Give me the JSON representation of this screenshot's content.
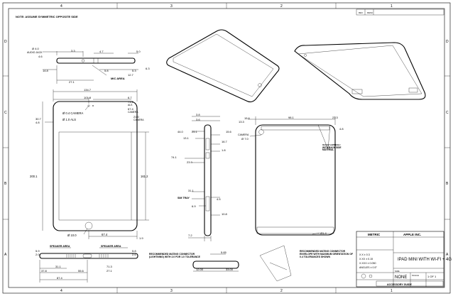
{
  "sheet": {
    "zones_top": [
      "4",
      "3",
      "2",
      "1"
    ],
    "zones_bottom": [
      "4",
      "3",
      "2",
      "1"
    ],
    "zones_side": [
      "D",
      "C",
      "B",
      "A"
    ],
    "note": "NOTE: ASSUME SYMMETRIC OPPOSITE SIDE"
  },
  "revision_box": {
    "col1": "REV",
    "col2": "DESC"
  },
  "front_view": {
    "dims": {
      "width": "134.7",
      "width_inner": "101.8",
      "height": "200.1",
      "screen_h": "161.2",
      "side_top": "30.7",
      "side_top2": "4.8",
      "cam_dia": "Ø 0.4 CAMERA",
      "cam_dia2": "Ø 1.0 ALS",
      "cam_r1": "6.7",
      "cam_r2": "71.2",
      "cam_r2_lbl": "ALS",
      "cam_r3": "67.4",
      "cam_r3_lbl": "CAMERA",
      "cam_r4": "21.0",
      "cam_r4_lbl": "CAMERA",
      "home_dia": "Ø 10.0",
      "home_x": "67.4",
      "home_y": "1.9"
    }
  },
  "top_view": {
    "dims": {
      "d1": "Ø 4.0",
      "d1_lbl": "AUDIO JACK",
      "d2": "4.6",
      "d3": "3.3",
      "d4": "4.7",
      "d5": "5.0",
      "d6": "14.8",
      "d7": "27.1",
      "d8": "5.8",
      "d9": "12.7",
      "d10": "5.3",
      "d11": "6.3",
      "mic": "MIC AREA"
    }
  },
  "side_view": {
    "dims": {
      "s1": "3.8",
      "s2": "3.6",
      "s3": "44.0",
      "s4": "25.1",
      "s5": "13.1",
      "s6": "15.6",
      "s7": "16.7",
      "s8": "1.8",
      "s9": "74.1",
      "s10": "23.9",
      "s11": "31.1",
      "s12": "4.5",
      "s13": "6.9",
      "s14": "7.2",
      "s15": "10.8",
      "sim": "SIM TRAY"
    }
  },
  "back_view": {
    "dims": {
      "b1": "15.6",
      "b2": "13.3",
      "b3": "98.1",
      "b4": "23.3",
      "b5": "4.8",
      "b6": "CAMERA",
      "b7": "Ø 7.0",
      "b8": "Ø1.4",
      "antenna": "SOLID CONTACT WITH BACK SIDE MATERIAL"
    }
  },
  "bottom_view": {
    "dims": {
      "spk1": "SPEAKER AREA",
      "spk2": "SPEAKER AREA",
      "l1": "5.9",
      "l2": "2.0",
      "l3": "31.1",
      "l4": "37.8",
      "l5": "55.6",
      "l6": "71.3",
      "l7": "27.1",
      "l8": "87.4",
      "r1": "5.8",
      "r2": "2.6"
    }
  },
  "note_block": {
    "text": "RECOMMENDED MATING CONNECTOR (LIGHTNING) WITH 2.0 FOR 1.0 TOLERANCE",
    "dim_a": "5.65",
    "dim_b": "12.00",
    "dim_c": "33.00"
  },
  "note_block2": {
    "text": "RECOMMENDED MATING CONNECTOR ENVELOPE WITH MAXIMUM ORIENTATION OF 0.4 TOLERANCES SHOWN"
  },
  "title_block": {
    "company": "APPLE INC.",
    "metric": "METRIC",
    "title": "IPAD MINI WITH WI-FI + 4G",
    "scale": "NONE",
    "sheet": "1 OF 1",
    "dwg_no": "ACCESSORY GUIDE",
    "tol1": "X.X ± 0.3",
    "tol2": "X.XX ± 0.15",
    "tol3": "X.XXX ± 0.050",
    "angle": "ANGLES ± 0.5°",
    "label_size": "SIZE",
    "label_scale": "SCALE"
  }
}
